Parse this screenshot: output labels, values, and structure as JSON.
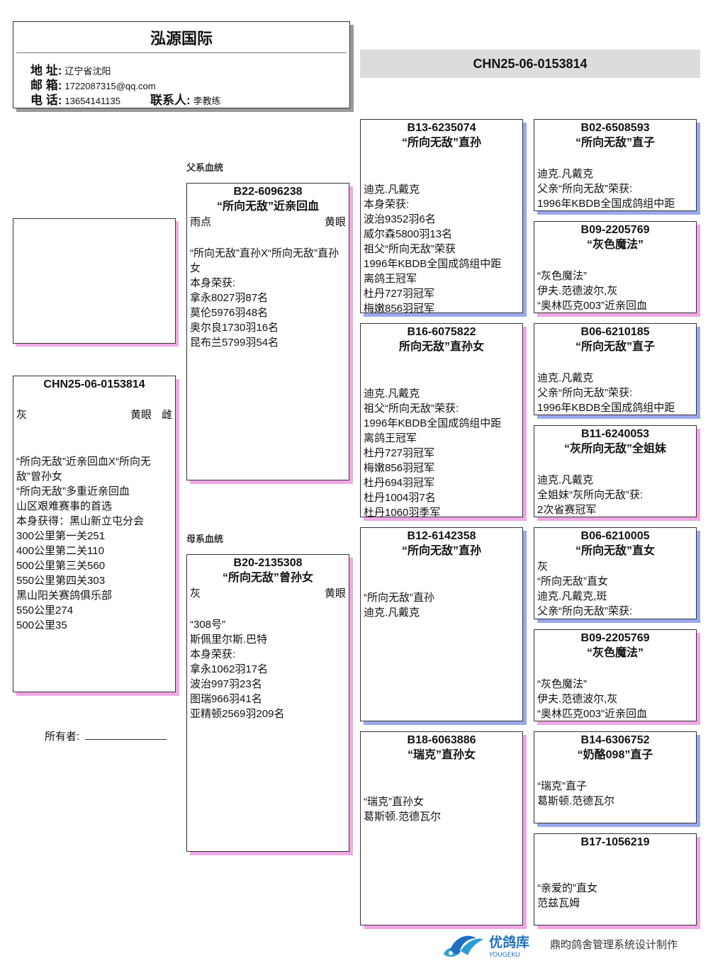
{
  "header": {
    "title": "泓源国际",
    "address_label": "地 址:",
    "address": "辽宁省沈阳",
    "email_label": "邮 箱:",
    "email": "1722087315@qq.com",
    "phone_label": "电 话:",
    "phone": "13654141135",
    "contact_label": "联系人:",
    "contact": "李教练"
  },
  "top_ring": "CHN25-06-0153814",
  "sections": {
    "sire": "父系血统",
    "dam": "母系血统"
  },
  "owner_label": "所有者:",
  "footer": {
    "logo_text": "优鸽库",
    "logo_sub": "YOUGEKU",
    "credit": "鼎昀鸽舍管理系统设计制作"
  },
  "colors": {
    "male_shadow": "#9aa8ee",
    "female_shadow": "#f0a8e4"
  },
  "cards": [
    {
      "ring": "CHN25-06-0153814",
      "name": "",
      "color": "灰",
      "eye": "黄眼",
      "sex": "雌",
      "lines": [
        "“所向无敌”近亲回血X“所向无敌”曾孙女",
        "“所向无敌”多重近亲回血",
        "山区艰难赛事的首选",
        "本身获得：黑山新立屯分会",
        "300公里第一关251",
        "400公里第二关110",
        "500公里第三关560",
        "550公里第四关303",
        "黑山阳关赛鸽俱乐部",
        "550公里274",
        "500公里35"
      ]
    },
    {
      "ring": "B22-6096238",
      "name": "“所向无敌”近亲回血",
      "color": "雨点",
      "eye": "黄眼",
      "sex": "",
      "lines": [
        "“所向无敌”直孙X“所向无敌”直孙女",
        "本身荣获:",
        "拿永8027羽87名",
        "莫伦5976羽48名",
        "奥尔良1730羽16名",
        "昆布兰5799羽54名"
      ]
    },
    {
      "ring": "B20-2135308",
      "name": "“所向无敌”曾孙女",
      "color": "灰",
      "eye": "黄眼",
      "sex": "",
      "lines": [
        "“308号”",
        "斯佩里尔斯.巴特",
        "本身荣获:",
        "拿永1062羽17名",
        "波治997羽23名",
        "图瑞966羽41名",
        "亚精顿2569羽209名"
      ]
    },
    {
      "ring": "B13-6235074",
      "name": "“所向无敌”直孙",
      "lines": [
        "迪克.凡戴克",
        "本身荣获:",
        "波治9352羽6名",
        "威尔森5800羽13名",
        "祖父“所向无敌”荣获",
        "1996年KBDB全国成鸽组中距",
        "离鸽王冠军",
        "杜丹727羽冠军",
        "梅嫩856羽冠军"
      ]
    },
    {
      "ring": "B16-6075822",
      "name": "所向无敌”直孙女",
      "lines": [
        "迪克.凡戴克",
        "祖父“所向无敌”荣获:",
        "1996年KBDB全国成鸽组中距",
        "离鸽王冠军",
        "杜丹727羽冠军",
        "梅嫩856羽冠军",
        "杜丹694羽冠军",
        "杜丹1004羽7名",
        "杜丹1060羽季军"
      ]
    },
    {
      "ring": "B12-6142358",
      "name": "“所向无敌”直孙",
      "lines": [
        "“所向无敌”直孙",
        "迪克.凡戴克"
      ]
    },
    {
      "ring": "B18-6063886",
      "name": "“瑞克”直孙女",
      "lines": [
        "“瑞克”直孙女",
        "葛斯顿.范德瓦尔"
      ]
    },
    {
      "ring": "B02-6508593",
      "name": "“所向无敌”直子",
      "lines": [
        "迪克.凡戴克",
        "父亲“所向无敌”荣获:",
        "1996年KBDB全国成鸽组中距"
      ]
    },
    {
      "ring": "B09-2205769",
      "name": "“灰色魔法”",
      "lines": [
        "“灰色魔法”",
        "伊夫.范德波尔,灰",
        "“奥林匹克003”近亲回血"
      ]
    },
    {
      "ring": "B06-6210185",
      "name": "“所向无敌”直子",
      "lines": [
        "迪克.凡戴克",
        "父亲“所向无敌”荣获:",
        "1996年KBDB全国成鸽组中距"
      ]
    },
    {
      "ring": "B11-6240053",
      "name": "“灰所向无敌”全姐妹",
      "lines": [
        "迪克.凡戴克",
        "全姐妹“灰所向无敌”获:",
        "2次省赛冠军"
      ]
    },
    {
      "ring": "B06-6210005",
      "name": "“所向无敌”直女",
      "lines": [
        "灰",
        "“所向无敌”直女",
        "迪克.凡戴克,斑",
        "父亲“所向无敌”荣获:"
      ]
    },
    {
      "ring": "B09-2205769",
      "name": "“灰色魔法”",
      "lines": [
        "“灰色魔法”",
        "伊夫.范德波尔,灰",
        "“奥林匹克003”近亲回血"
      ]
    },
    {
      "ring": "B14-6306752",
      "name": "“奶酪098”直子",
      "lines": [
        "“瑞克”直子",
        "葛斯顿.范德瓦尔"
      ]
    },
    {
      "ring": "B17-1056219",
      "name": "",
      "lines": [
        "“亲爱的”直女",
        "范兹瓦姆"
      ]
    }
  ]
}
